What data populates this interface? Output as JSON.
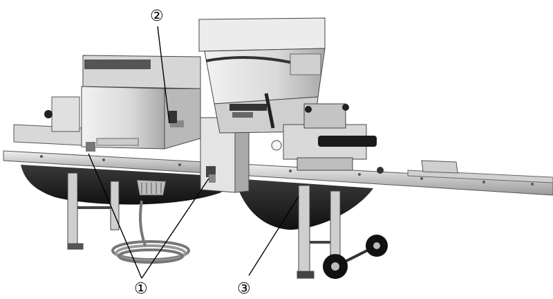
{
  "callouts": [
    {
      "id": "1",
      "label": "①"
    },
    {
      "id": "2",
      "label": "②"
    },
    {
      "id": "3",
      "label": "③"
    }
  ],
  "colors": {
    "metal_light": "#e6e6e6",
    "metal_mid": "#bdbdbd",
    "metal_dark": "#8a8a8a",
    "shadow": "#2a2a2a",
    "black": "#111111",
    "background": "#ffffff"
  }
}
